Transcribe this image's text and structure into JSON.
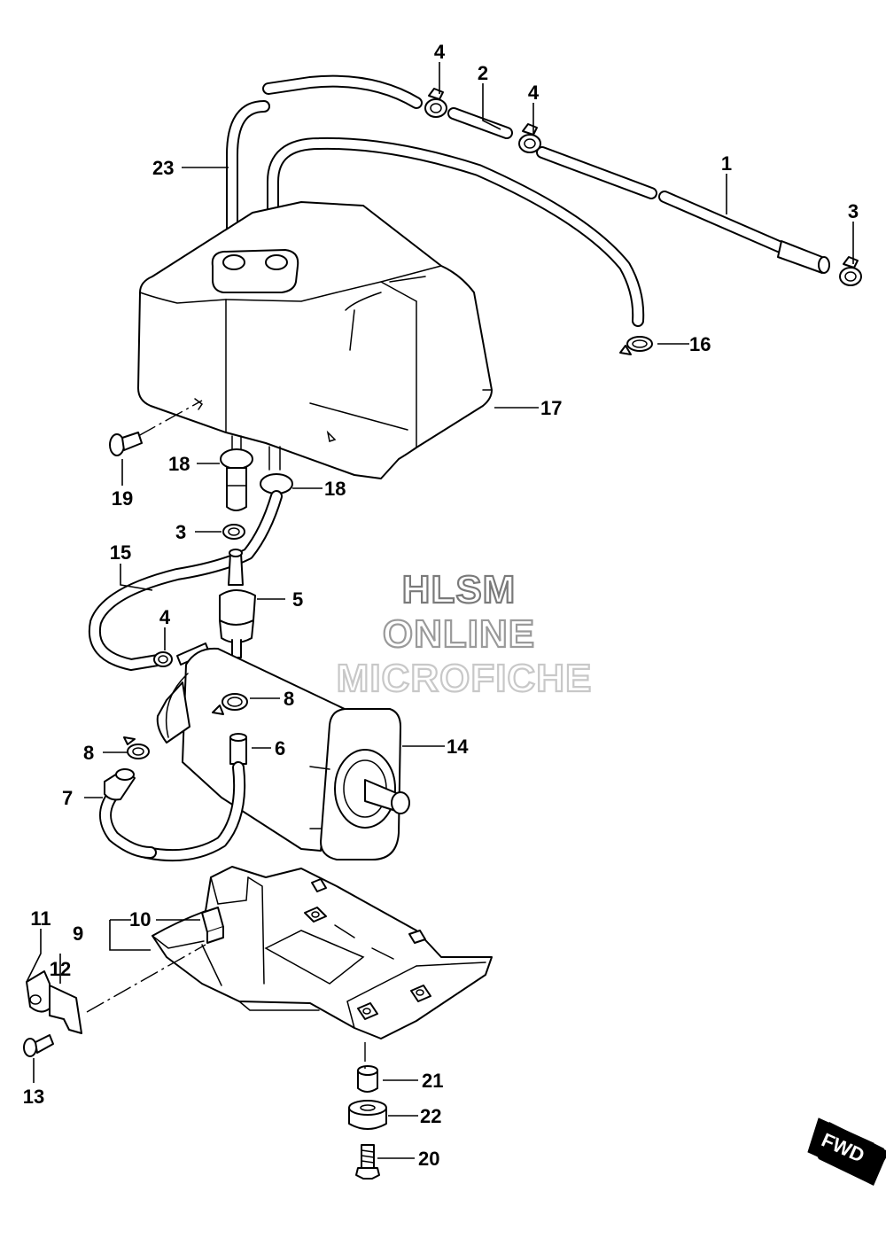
{
  "callouts": {
    "c1": "1",
    "c2": "2",
    "c3a": "3",
    "c3b": "3",
    "c4a": "4",
    "c4b": "4",
    "c4c": "4",
    "c5": "5",
    "c6": "6",
    "c7": "7",
    "c8a": "8",
    "c8b": "8",
    "c9": "9",
    "c10": "10",
    "c11": "11",
    "c12": "12",
    "c13": "13",
    "c14": "14",
    "c15": "15",
    "c16": "16",
    "c17": "17",
    "c18a": "18",
    "c18b": "18",
    "c19": "19",
    "c20": "20",
    "c21": "21",
    "c22": "22",
    "c23": "23"
  },
  "watermark": {
    "line1": "HLSM",
    "line2": "ONLINE",
    "line3": "MICROFICHE",
    "colors": [
      "#7a7a7a",
      "#9a9a9a",
      "#c8c8c8"
    ]
  },
  "badge": {
    "label": "FWD"
  },
  "colors": {
    "line": "#000000",
    "background": "#ffffff"
  }
}
